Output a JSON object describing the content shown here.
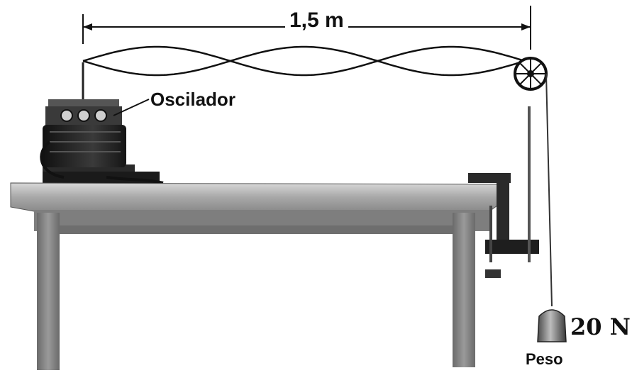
{
  "labels": {
    "length": "1,5 m",
    "oscillator": "Oscilador",
    "force": "20 N",
    "weight": "Peso"
  },
  "wave": {
    "loops": 3
  },
  "colors": {
    "ink": "#111111",
    "table_top": "#9a9a9a",
    "table_leg": "#7a7a7a",
    "oscillator_body": "#222222"
  }
}
